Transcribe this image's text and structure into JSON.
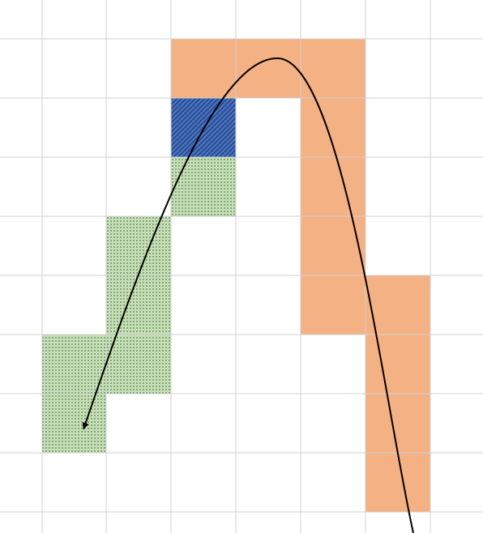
{
  "colors": {
    "background": "#ffffff",
    "grid": "#d0d0d0",
    "orange_region": "#f4b183",
    "green_region": "#c5e0b4",
    "green_dots": "#2e4a2e",
    "blue_region": "#4472c4",
    "blue_hatch": "#1f2f5a",
    "curve": "#000000"
  },
  "regions": [
    {
      "name": "orange-region",
      "fill": "orange"
    },
    {
      "name": "green-region",
      "fill": "green-dotted"
    },
    {
      "name": "blue-region",
      "fill": "blue-hatched"
    }
  ],
  "curve": {
    "name": "parabolic-curve",
    "arrow_at_start": true
  }
}
